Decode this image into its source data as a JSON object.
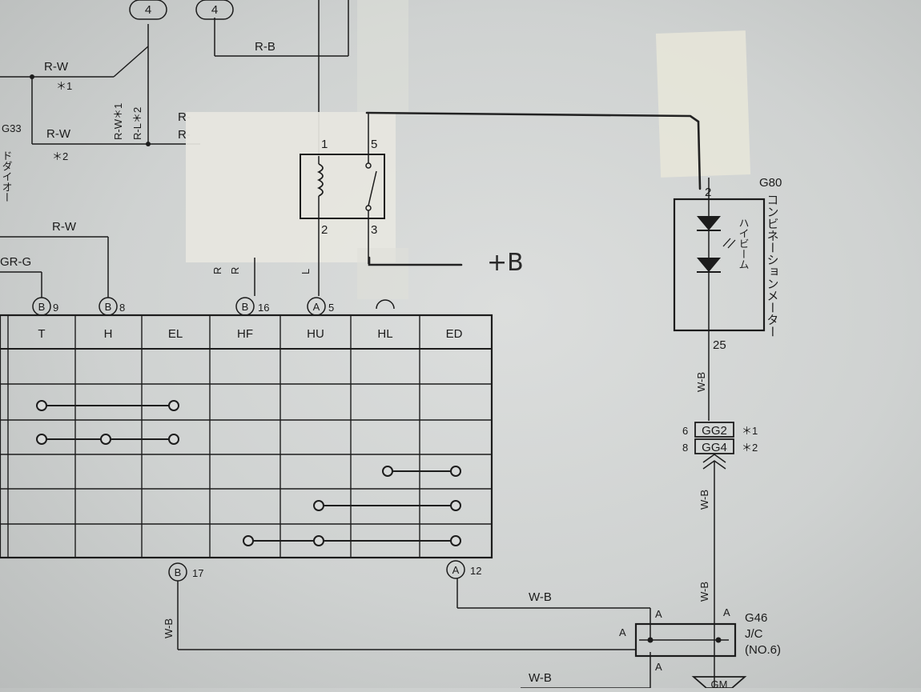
{
  "colors": {
    "paper": "#d3d6d5",
    "ink": "#1c1c1c",
    "tape": "#e6e4da",
    "pencil": "#2b2b2b"
  },
  "top_connectors": {
    "left": "4",
    "right": "4"
  },
  "wire_labels": {
    "rb_top": "R-B",
    "rw_top": "R-W",
    "star1_top": "＊1",
    "rw_mid": "R-W",
    "star2_mid": "＊2",
    "rw_star1_vert": "R-W＊1",
    "rl_star2_vert": "R-L＊2",
    "r_frag1": "R-",
    "r_frag2": "R-",
    "rw_left": "R-W",
    "grg": "GR-G",
    "r_vert1": "R",
    "r_vert2": "R",
    "l_vert": "L",
    "wb_meter": "W-B",
    "wb_lower": "W-B",
    "wb_jc": "W-B",
    "wb_left_vert": "W-B",
    "wb_horiz": "W-B",
    "wb_bottom": "W-B"
  },
  "left_fragment": {
    "code": "G33",
    "text": "ドダイオー"
  },
  "relay": {
    "pin1": "1",
    "pin2": "2",
    "pin3": "3",
    "pin5": "5",
    "plus_b": "+B"
  },
  "switch_pins": [
    {
      "letter": "B",
      "num": "9"
    },
    {
      "letter": "B",
      "num": "8"
    },
    {
      "letter": "B",
      "num": "16"
    },
    {
      "letter": "A",
      "num": "5"
    }
  ],
  "switch_table": {
    "headers": [
      "T",
      "H",
      "EL",
      "HF",
      "HU",
      "HL",
      "ED"
    ]
  },
  "bottom_pins": [
    {
      "letter": "B",
      "num": "17"
    },
    {
      "letter": "A",
      "num": "12"
    }
  ],
  "meter": {
    "code": "G80",
    "name": "コンビネーションメーター",
    "pin_top": "2",
    "pin_bottom": "25",
    "lamp_label": "ハイビーム"
  },
  "connectors": [
    {
      "num": "6",
      "code": "GG2",
      "note": "＊1"
    },
    {
      "num": "8",
      "code": "GG4",
      "note": "＊2"
    }
  ],
  "junction": {
    "code": "G46",
    "name": "J/C",
    "no": "(NO.6)",
    "pin_a": "A",
    "ground": "GM"
  }
}
